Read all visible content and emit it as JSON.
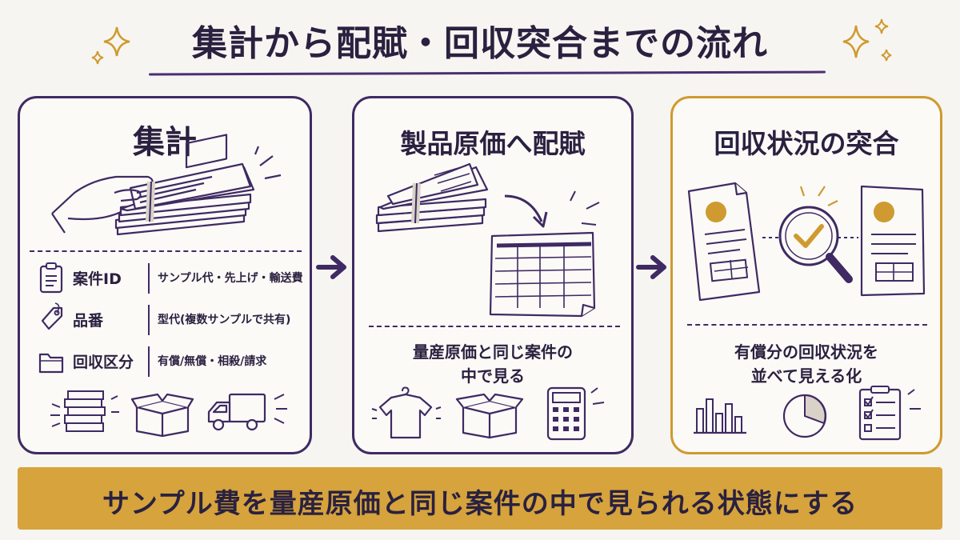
{
  "title": "集計から配賦・回収突合までの流れ",
  "panels": [
    {
      "title": "集計",
      "rows": [
        {
          "label": "案件ID",
          "value": "サンプル代・先上げ・輸送費",
          "icon": "clipboard-icon"
        },
        {
          "label": "品番",
          "value": "型代(複数サンプルで共有)",
          "icon": "tag-icon"
        },
        {
          "label": "回収区分",
          "value": "有償/無償・相殺/請求",
          "icon": "folder-icon"
        }
      ],
      "icons": [
        "books-icon",
        "box-icon",
        "truck-icon"
      ]
    },
    {
      "title": "製品原価へ配賦",
      "desc_line1": "量産原価と同じ案件の",
      "desc_line2": "中で見る",
      "icons": [
        "shirt-icon",
        "box-icon",
        "calculator-icon"
      ]
    },
    {
      "title": "回収状況の突合",
      "desc_line1": "有償分の回収状況を",
      "desc_line2": "並べて見える化",
      "icons": [
        "bar-chart-icon",
        "pie-chart-icon",
        "checklist-icon"
      ]
    }
  ],
  "banner": "サンプル費を量産原価と同じ案件の中で見られる状態にする",
  "colors": {
    "purple": "#3f2a63",
    "gold": "#cf9a2f",
    "banner": "#d6a33c",
    "background": "#f7f5f1"
  }
}
